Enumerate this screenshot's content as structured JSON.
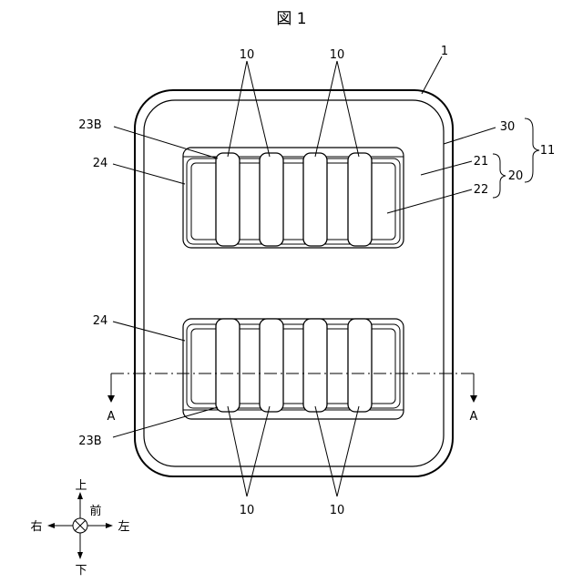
{
  "figure": {
    "title": "図 1",
    "labels": {
      "ref_1": "1",
      "ref_10": "10",
      "ref_11": "11",
      "ref_20": "20",
      "ref_21": "21",
      "ref_22": "22",
      "ref_23b": "23B",
      "ref_24": "24",
      "ref_30": "30",
      "section": "A"
    },
    "directions": {
      "up": "上",
      "down": "下",
      "left": "左",
      "right": "右",
      "front": "前"
    }
  }
}
